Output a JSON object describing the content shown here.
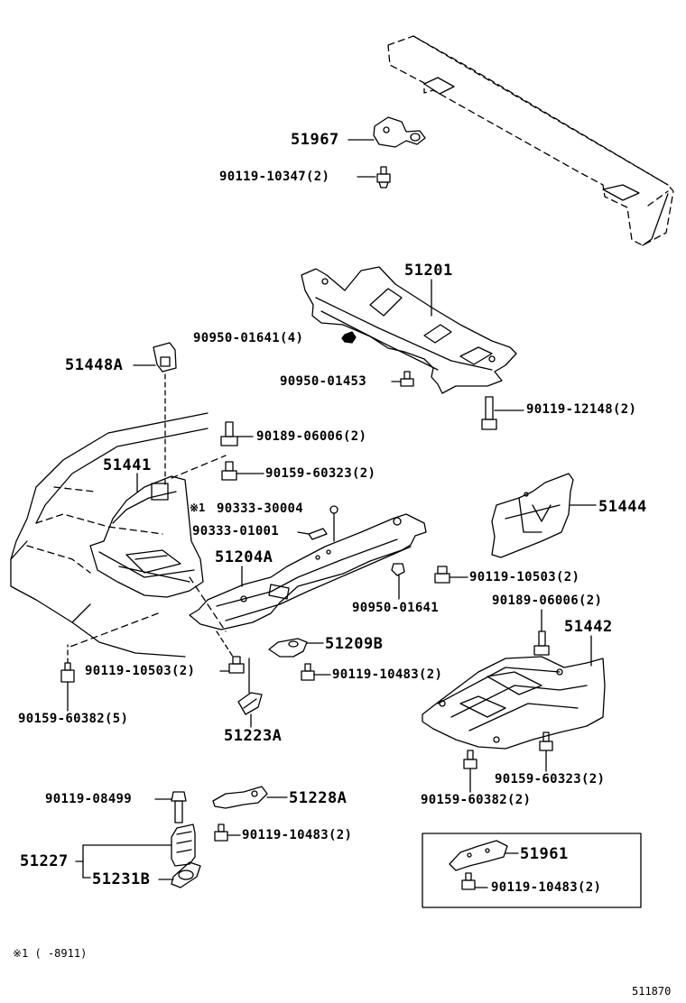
{
  "parts": {
    "p51967": "51967",
    "p90119_10347": "90119-10347(2)",
    "p51201": "51201",
    "p90950_01641_4": "90950-01641(4)",
    "p90950_01453": "90950-01453",
    "p90119_12148": "90119-12148(2)",
    "p51448A": "51448A",
    "p90189_06006_a": "90189-06006(2)",
    "p51441": "51441",
    "p90159_60323_a": "90159-60323(2)",
    "mark1": "※1",
    "p90333_30004": "90333-30004",
    "p90333_01001": "90333-01001",
    "p51444": "51444",
    "p51204A": "51204A",
    "p90119_10503_a": "90119-10503(2)",
    "p90950_01641": "90950-01641",
    "p90189_06006_b": "90189-06006(2)",
    "p51442": "51442",
    "p51209B": "51209B",
    "p90119_10503_b": "90119-10503(2)",
    "p90119_10483_a": "90119-10483(2)",
    "p90159_60382_5": "90159-60382(5)",
    "p51223A": "51223A",
    "p90159_60323_b": "90159-60323(2)",
    "p90159_60382_2": "90159-60382(2)",
    "p90119_08499": "90119-08499",
    "p51228A": "51228A",
    "p90119_10483_b": "90119-10483(2)",
    "p51227": "51227",
    "p51231B": "51231B",
    "p51961": "51961",
    "p90119_10483_c": "90119-10483(2)"
  },
  "footnote": "※1 (      -8911)",
  "diagram_id": "511870"
}
